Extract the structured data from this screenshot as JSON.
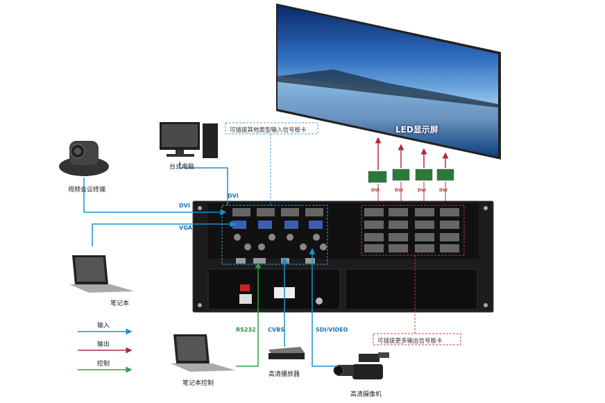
{
  "screen": {
    "label": "LED显示屏"
  },
  "devices": {
    "desktop": "台式电脑",
    "video_conf": "视频会议终端",
    "laptop": "笔记本",
    "laptop_control": "笔记本控制",
    "hd_player": "高清播放器",
    "hd_camera": "高清摄像机"
  },
  "notes": {
    "input_cards": "可插拔其他类型输入信号板卡",
    "output_cards": "可插拔更多输出信号板卡"
  },
  "signals": {
    "dvi_top": "DVI",
    "dvi_left": "DVI",
    "vga": "VGA",
    "rs232": "RS232",
    "cvbs": "CVBS",
    "sdi": "SDI/VIDEO",
    "out_dvi": [
      "DVI",
      "DVI",
      "DVI",
      "DVI"
    ]
  },
  "legend": [
    {
      "label": "输入",
      "color": "#1a8fd0"
    },
    {
      "label": "输出",
      "color": "#b02a3a"
    },
    {
      "label": "控制",
      "color": "#2f9f4f"
    }
  ]
}
